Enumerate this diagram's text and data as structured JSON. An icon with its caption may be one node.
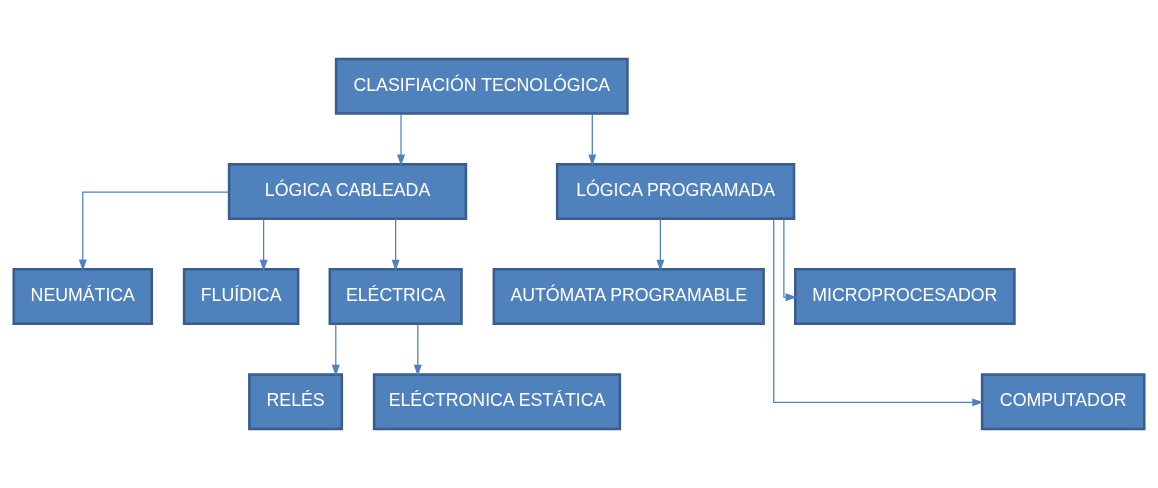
{
  "diagram": {
    "nodes": [
      {
        "text": [
          "CLASIFIACIÓN TECNOLÓGICA"
        ]
      },
      {
        "text": [
          "LÓGICA CABLEADA"
        ]
      },
      {
        "text": [
          "LÓGICA PROGRAMADA"
        ]
      },
      {
        "text": [
          "NEUMÁTICA"
        ]
      },
      {
        "text": [
          "FLUÍDICA"
        ]
      },
      {
        "text": [
          "ELÉCTRICA"
        ]
      },
      {
        "text": [
          "AUTÓMATA PROGRAMABLE"
        ]
      },
      {
        "text": [
          "MICROPROCESADOR"
        ]
      },
      {
        "text": [
          "RELÉS"
        ]
      },
      {
        "text": [
          "ELÉCTRONICA ESTÁTICA"
        ]
      },
      {
        "text": [
          "COMPUTADOR"
        ]
      }
    ],
    "edges": [
      {
        "from": 0,
        "to": 1,
        "arrow": "to"
      },
      {
        "from": 0,
        "to": 2,
        "arrow": "to"
      },
      {
        "from": 1,
        "to": 3,
        "arrow": "to"
      },
      {
        "from": 1,
        "to": 4,
        "arrow": "to"
      },
      {
        "from": 1,
        "to": 5,
        "arrow": "to"
      },
      {
        "from": 5,
        "to": 8,
        "arrow": "to"
      },
      {
        "from": 5,
        "to": 9,
        "arrow": "to"
      },
      {
        "from": 2,
        "to": 6,
        "arrow": "to"
      },
      {
        "from": 2,
        "to": 7,
        "arrow": "to"
      },
      {
        "from": 2,
        "to": 10,
        "arrow": "to"
      }
    ]
  }
}
